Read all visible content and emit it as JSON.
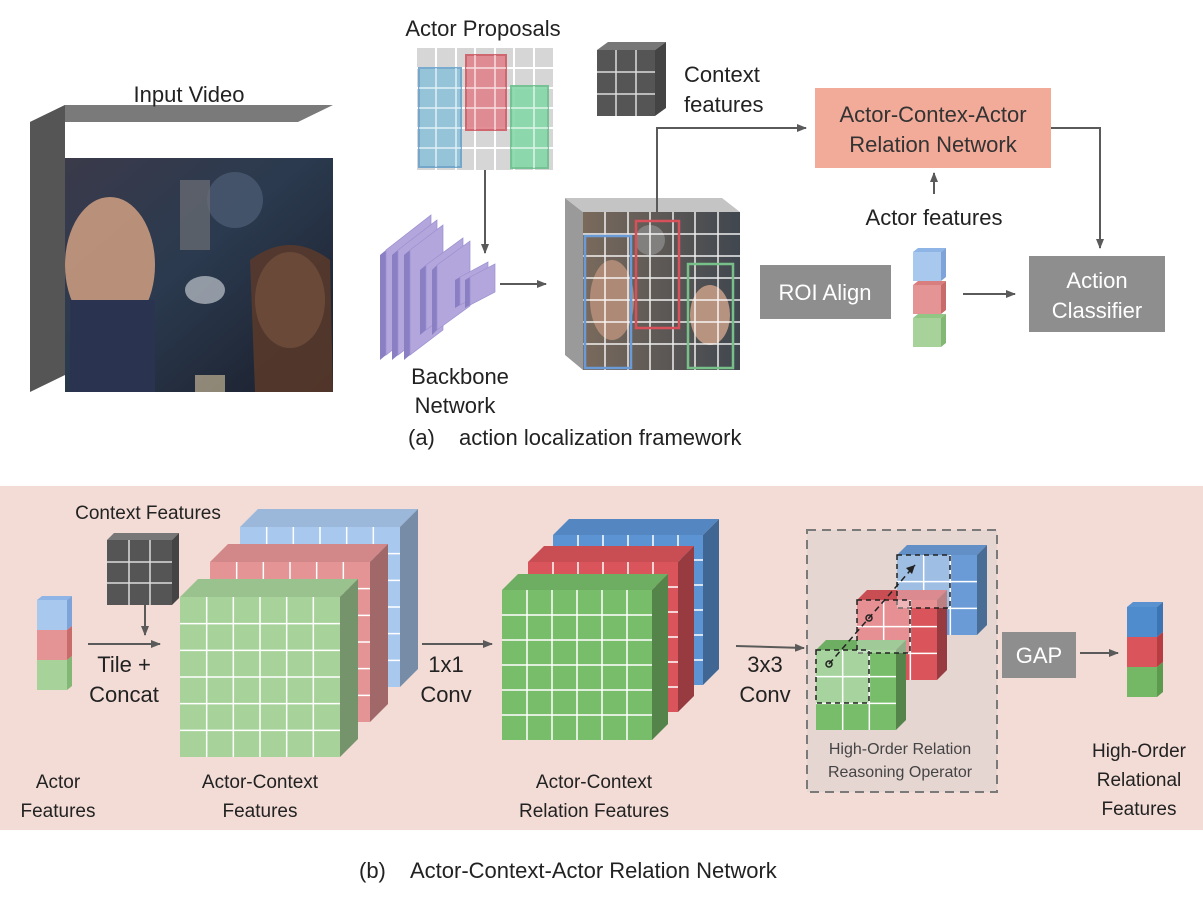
{
  "panel_a": {
    "input_video": "Input Video",
    "actor_proposals": "Actor Proposals",
    "context_features": [
      "Context",
      "features"
    ],
    "acar_box": [
      "Actor-Contex-Actor",
      "Relation Network"
    ],
    "actor_features": "Actor features",
    "roi_align": "ROI Align",
    "action_classifier": [
      "Action",
      "Classifier"
    ],
    "backbone": [
      "Backbone",
      "Network"
    ],
    "caption_letter": "(a)",
    "caption_text": "action localization framework"
  },
  "panel_b": {
    "context_features": "Context Features",
    "tile_concat": [
      "Tile +",
      "Concat"
    ],
    "conv1": [
      "1x1",
      "Conv"
    ],
    "conv3": [
      "3x3",
      "Conv"
    ],
    "gap": "GAP",
    "operator": [
      "High-Order Relation",
      "Reasoning Operator"
    ],
    "actor_features": [
      "Actor",
      "Features"
    ],
    "actor_context_features": [
      "Actor-Context",
      "Features"
    ],
    "relation_features": [
      "Actor-Context",
      "Relation Features"
    ],
    "high_order": [
      "High-Order",
      "Relational",
      "Features"
    ],
    "caption_letter": "(b)",
    "caption_text": "Actor-Context-Actor Relation Network"
  },
  "colors": {
    "blue": "#a9c8ee",
    "red": "#e49494",
    "green": "#a7d39a",
    "purple": "#b3a6dc",
    "gray_box": "#8e8e8e",
    "salmon_box": "#f2aa99",
    "panel_b_bg": "#f3dcd6"
  }
}
